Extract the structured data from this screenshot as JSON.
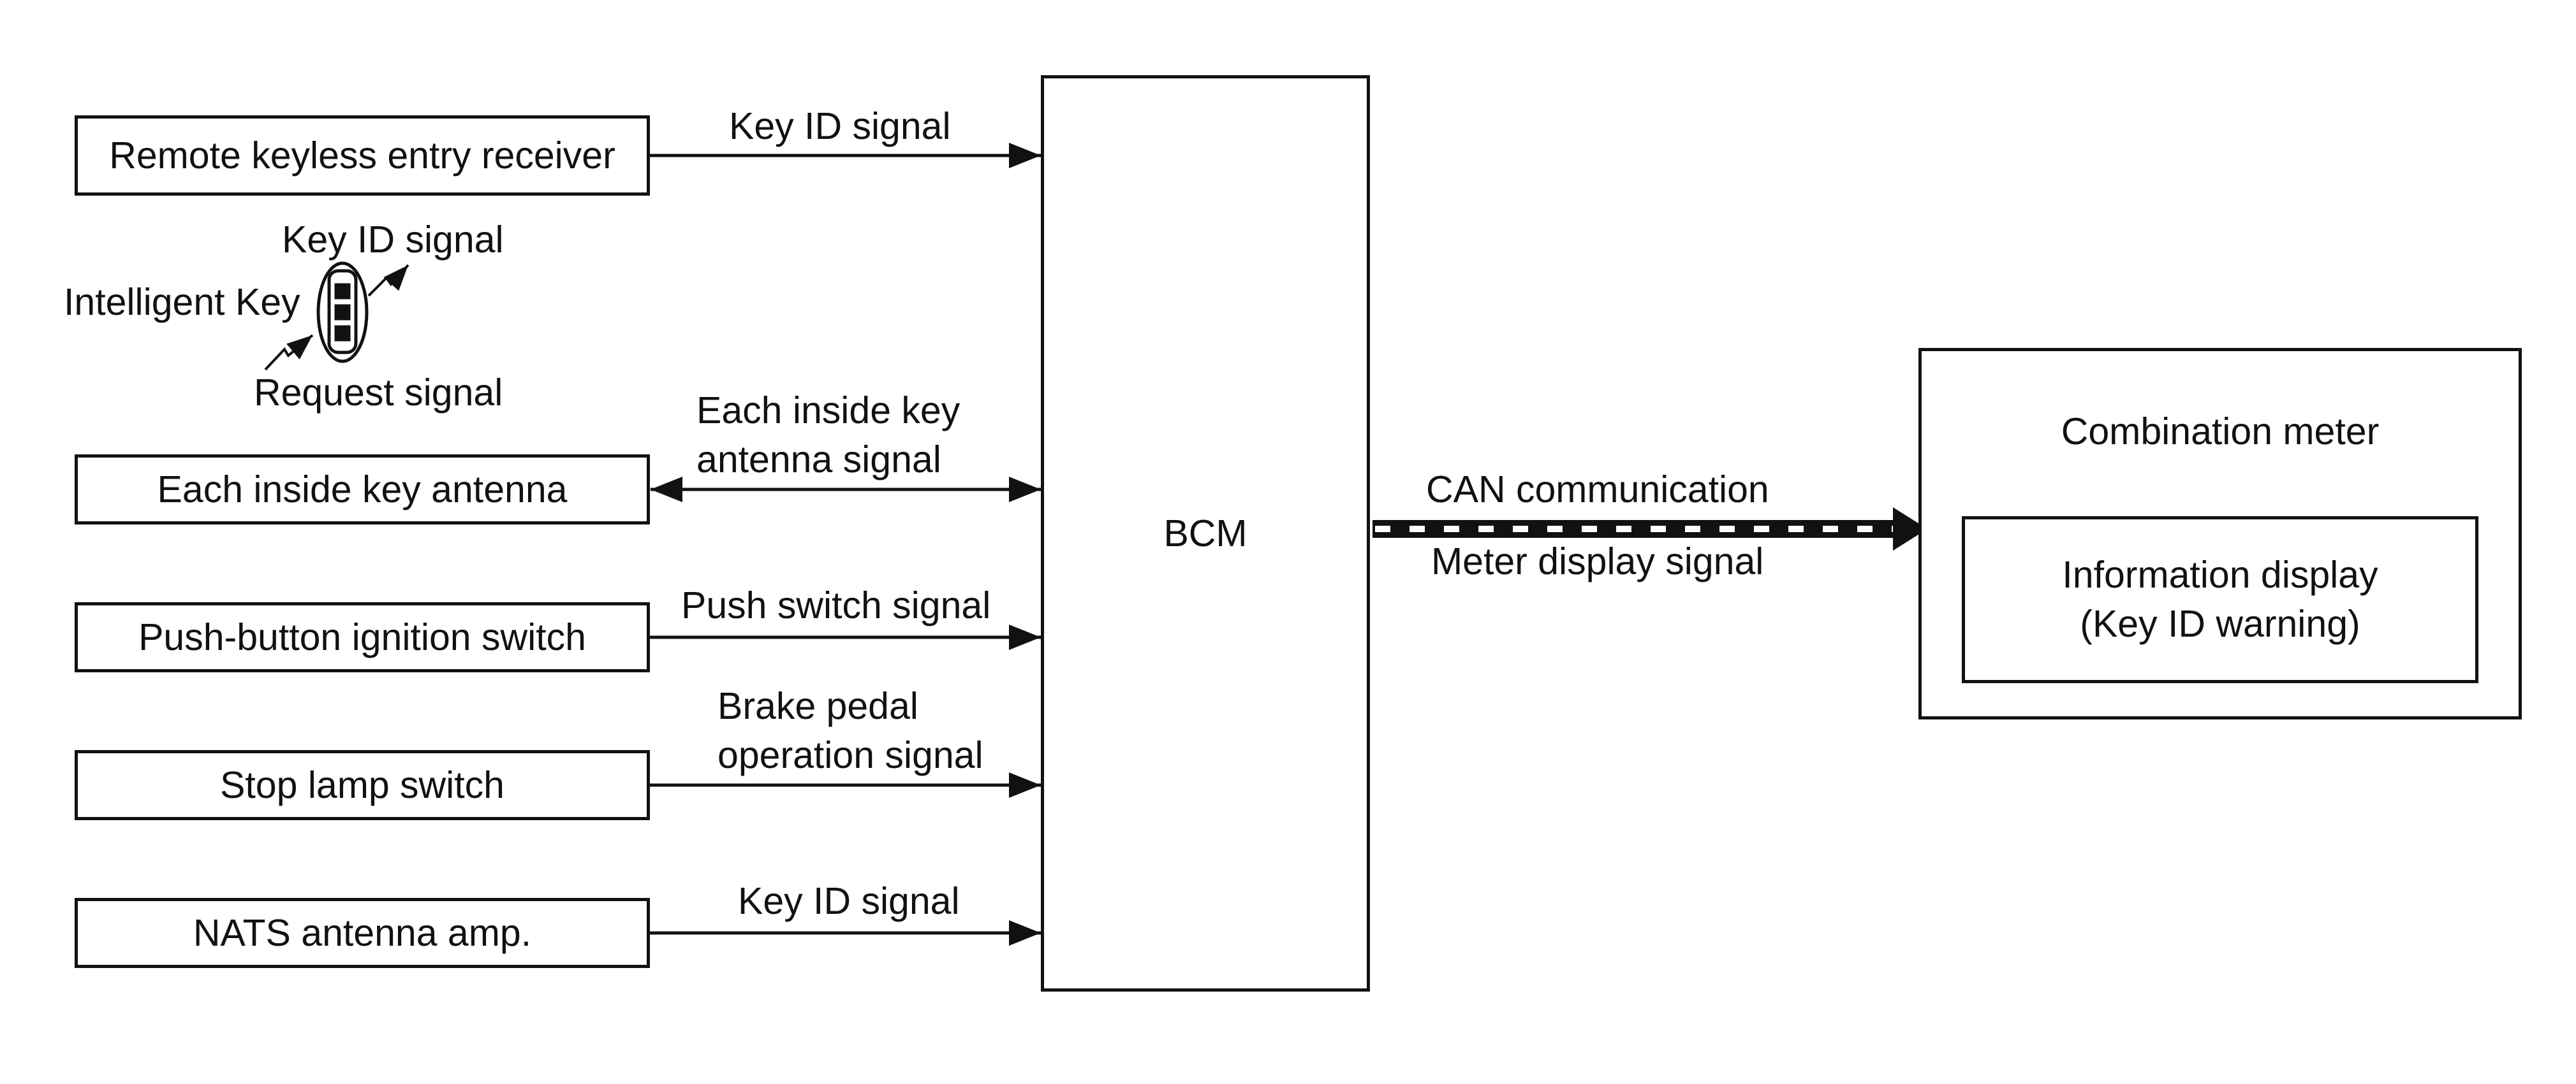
{
  "nodes": {
    "remote_receiver": "Remote keyless entry receiver",
    "intelligent_key": "Intelligent Key",
    "inside_antenna": "Each inside key antenna",
    "push_switch": "Push-button ignition switch",
    "stop_lamp": "Stop lamp switch",
    "nats_amp": "NATS antenna amp.",
    "bcm": "BCM",
    "combination_meter": "Combination meter",
    "info_display": "Information display\n(Key ID warning)"
  },
  "signals": {
    "remote_key_id": "Key ID signal",
    "fob_key_id": "Key ID signal",
    "fob_request": "Request signal",
    "inside_antenna": "Each inside key\nantenna signal",
    "push_switch": "Push switch signal",
    "brake_pedal": "Brake pedal\noperation signal",
    "nats_key_id": "Key ID signal",
    "can_top": "CAN communication",
    "can_bottom": "Meter display signal"
  },
  "colors": {
    "line": "#111111",
    "background": "#ffffff"
  }
}
